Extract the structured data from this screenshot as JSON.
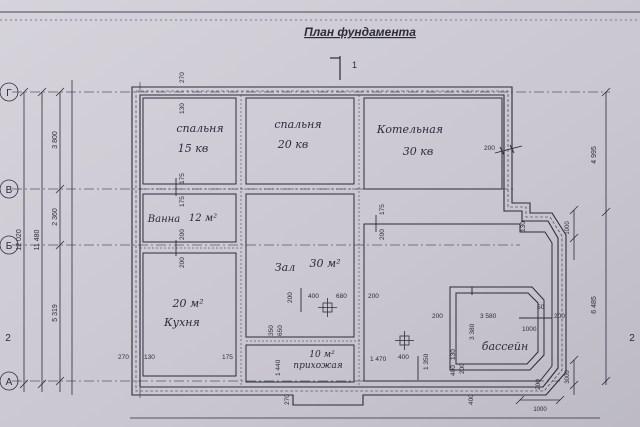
{
  "title": "План фундамента",
  "section_mark": "1",
  "axes": {
    "left": [
      "Г",
      "В",
      "Б",
      "А"
    ],
    "right_marks": [
      "2",
      "2"
    ]
  },
  "left_dims": {
    "overall": "12 020",
    "outer": "11 480",
    "segments": [
      "3 800",
      "2 360",
      "5 319"
    ]
  },
  "right_dims": [
    "4 995",
    "6 485",
    "1000",
    "3000"
  ],
  "bottom_dims": [
    "1000"
  ],
  "rooms": [
    {
      "id": "bedroom1",
      "label": "спальня",
      "area": "15 кв"
    },
    {
      "id": "bedroom2",
      "label": "спальня",
      "area": "20 кв"
    },
    {
      "id": "boiler",
      "label": "Котельная",
      "area": "30 кв"
    },
    {
      "id": "bath",
      "label": "Ванна",
      "area": "12 м²"
    },
    {
      "id": "hall",
      "label": "Зал",
      "area": "30 м²"
    },
    {
      "id": "kitchen",
      "label": "Кухня",
      "area": "20 м²"
    },
    {
      "id": "lobby",
      "label": "прихожая",
      "area": "10 м²"
    },
    {
      "id": "pool",
      "label": "бассейн",
      "area": ""
    }
  ],
  "labels": {
    "t270a": "270",
    "t130a": "130",
    "t175a": "175",
    "t175b": "175",
    "t175c": "175",
    "t200a": "200",
    "t200b": "200",
    "t200c": "200",
    "t200d": "200",
    "t200e": "200",
    "t200f": "200",
    "t130b": "130",
    "t270b": "270",
    "t130c": "130",
    "t175d": "175",
    "t400a": "400",
    "t680": "680",
    "t200g": "200",
    "t350": "350",
    "t650": "650",
    "t1440": "1 440",
    "t1470": "1 470",
    "t400b": "400",
    "t1350": "1 350",
    "t400c": "400",
    "t200h": "200",
    "t3380": "3 380",
    "t3580": "3 580",
    "t50": "50",
    "t200i": "200",
    "t130d": "130",
    "t270c": "270",
    "t400d": "400",
    "t200j": "200",
    "t200k": "200",
    "t1000": "1000"
  }
}
